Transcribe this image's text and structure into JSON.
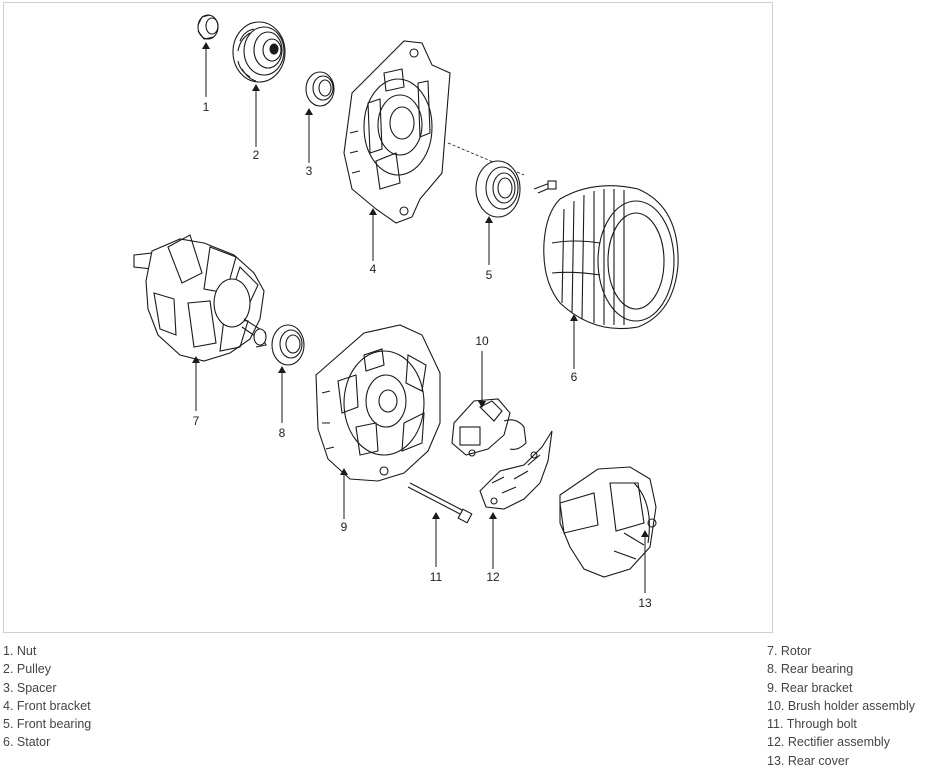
{
  "callouts": [
    "1",
    "2",
    "3",
    "4",
    "5",
    "6",
    "7",
    "8",
    "9",
    "10",
    "11",
    "12",
    "13"
  ],
  "legend_left": [
    "1. Nut",
    "2. Pulley",
    "3. Spacer",
    "4. Front bracket",
    "5. Front bearing",
    "6. Stator"
  ],
  "legend_right": [
    "7. Rotor",
    "8. Rear bearing",
    "9. Rear bracket",
    "10. Brush holder assembly",
    "11. Through bolt",
    "12. Rectifier assembly",
    "13. Rear cover"
  ],
  "colors": {
    "line": "#1a1a1a",
    "frame": "#cfcfcf",
    "text": "#444444"
  }
}
